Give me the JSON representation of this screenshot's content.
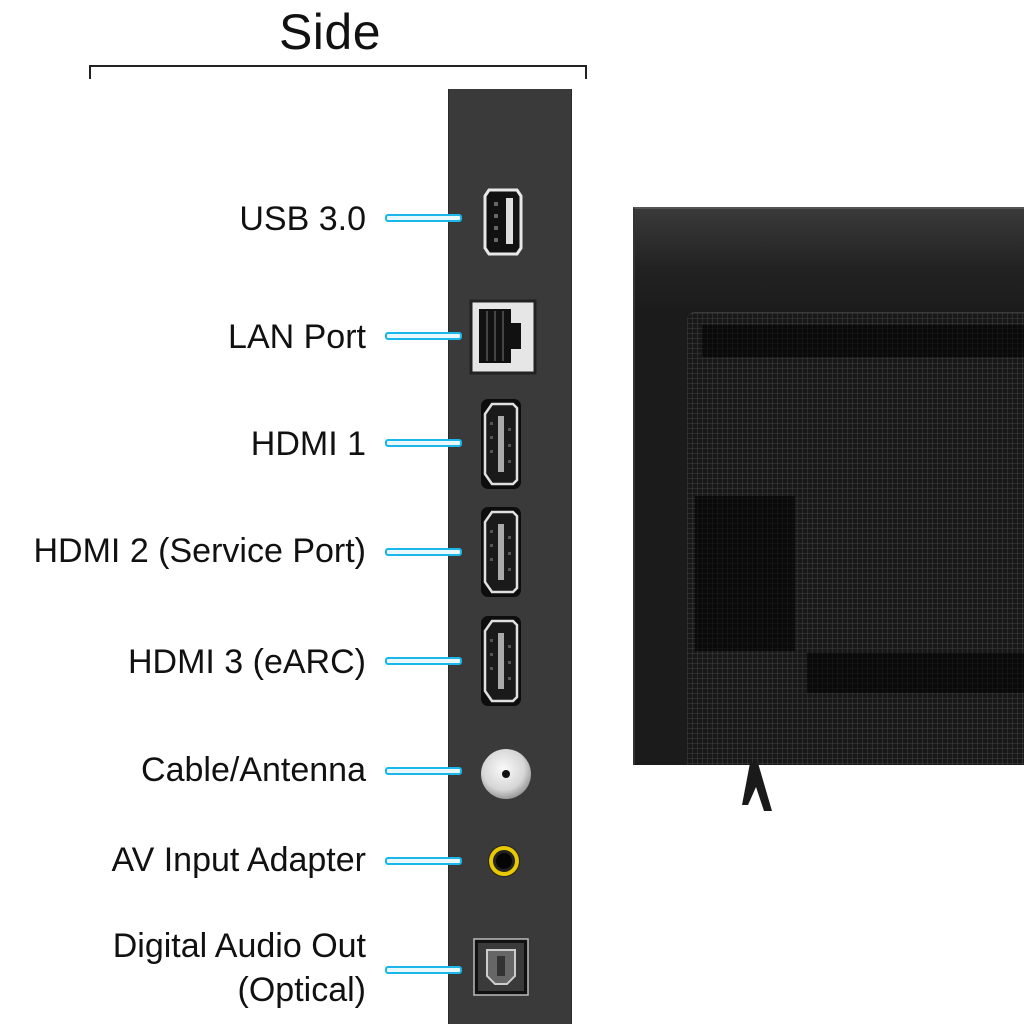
{
  "header": {
    "title": "Side"
  },
  "colors": {
    "connector": "#1ab8ea",
    "panel": "#3a3a3a",
    "av_ring": "#e8c800"
  },
  "ports": [
    {
      "label": "USB 3.0",
      "icon": "usb-port-icon"
    },
    {
      "label": "LAN Port",
      "icon": "ethernet-port-icon"
    },
    {
      "label": "HDMI 1",
      "icon": "hdmi-port-icon"
    },
    {
      "label": "HDMI 2 (Service Port)",
      "icon": "hdmi-port-icon"
    },
    {
      "label": "HDMI 3 (eARC)",
      "icon": "hdmi-port-icon"
    },
    {
      "label": "Cable/Antenna",
      "icon": "coax-port-icon"
    },
    {
      "label": "AV Input Adapter",
      "icon": "av-port-icon"
    },
    {
      "label": "Digital Audio Out",
      "label_line2": "(Optical)",
      "icon": "optical-port-icon"
    }
  ],
  "illustration": {
    "subject": "tv-rear-view"
  }
}
